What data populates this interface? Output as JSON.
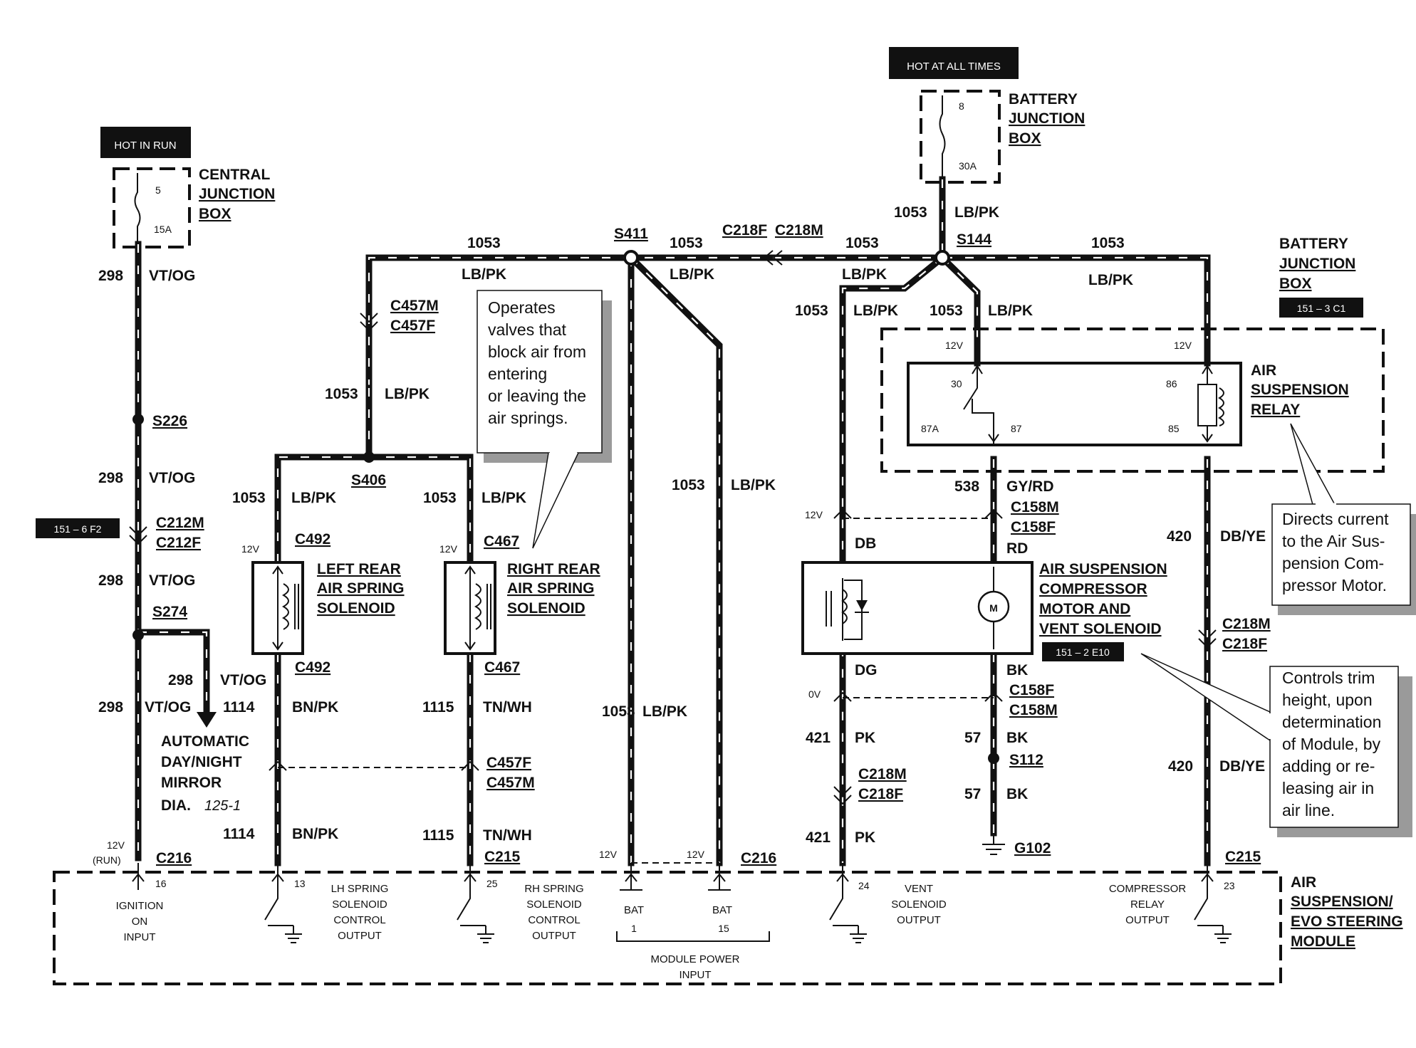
{
  "power": {
    "hot_in_run": "HOT IN RUN",
    "hot_at_all_times": "HOT AT ALL TIMES"
  },
  "central_junction_box": {
    "line1": "CENTRAL",
    "line2": "JUNCTION",
    "line3": "BOX",
    "fuse_number": "5",
    "fuse_rating": "15A"
  },
  "battery_junction_box_top": {
    "line1": "BATTERY",
    "line2": "JUNCTION",
    "line3": "BOX",
    "fuse_number": "8",
    "fuse_rating": "30A"
  },
  "battery_junction_box_ref": {
    "line1": "BATTERY",
    "line2": "JUNCTION",
    "line3": "BOX",
    "ref": "151 – 3 C1"
  },
  "circuits": {
    "c298": "298",
    "vtog": "VT/OG",
    "c1053": "1053",
    "lbpk": "LB/PK",
    "c1114": "1114",
    "bnpk": "BN/PK",
    "c1115": "1115",
    "tnwh": "TN/WH",
    "c538": "538",
    "gyrd": "GY/RD",
    "c420": "420",
    "dbye": "DB/YE",
    "c421": "421",
    "pk": "PK",
    "c57": "57",
    "bk": "BK",
    "db": "DB",
    "rd": "RD",
    "dg": "DG"
  },
  "splices": {
    "s226": "S226",
    "s274": "S274",
    "s406": "S406",
    "s411": "S411",
    "s144": "S144",
    "s112": "S112",
    "g102": "G102"
  },
  "connectors": {
    "c212m": "C212M",
    "c212f": "C212F",
    "c457m": "C457M",
    "c457f": "C457F",
    "c492": "C492",
    "c467": "C467",
    "c218f": "C218F",
    "c218m": "C218M",
    "c158m": "C158M",
    "c158f": "C158F",
    "c216": "C216",
    "c215": "C215"
  },
  "refs": {
    "ref_151_6_f2": "151 – 6 F2",
    "ref_151_2_e10": "151 – 2 E10",
    "dia_ref": "125-1",
    "dia": "DIA."
  },
  "voltages": {
    "v12": "12V",
    "v0": "0V",
    "v12run": "12V",
    "run": "(RUN)"
  },
  "mirror": {
    "line1": "AUTOMATIC",
    "line2": "DAY/NIGHT",
    "line3": "MIRROR"
  },
  "left_solenoid": {
    "line1": "LEFT REAR",
    "line2": "AIR SPRING",
    "line3": "SOLENOID"
  },
  "right_solenoid": {
    "line1": "RIGHT REAR",
    "line2": "AIR SPRING",
    "line3": "SOLENOID"
  },
  "relay": {
    "line1": "AIR",
    "line2": "SUSPENSION",
    "line3": "RELAY",
    "pin30": "30",
    "pin86": "86",
    "pin87a": "87A",
    "pin87": "87",
    "pin85": "85"
  },
  "compressor": {
    "line1": "AIR SUSPENSION",
    "line2": "COMPRESSOR",
    "line3": "MOTOR AND",
    "line4": "VENT SOLENOID",
    "motor": "M"
  },
  "notes": {
    "valves": [
      "Operates",
      "valves that",
      "block air from",
      "entering",
      "or leaving the",
      "air springs."
    ],
    "relay_note": [
      "Directs current",
      "to the Air Sus-",
      "pension Com-",
      "pressor Motor."
    ],
    "trim_note": [
      "Controls trim",
      "height, upon",
      "determination",
      "of Module, by",
      "adding or re-",
      "leasing air in",
      "air line."
    ]
  },
  "module": {
    "line1": "AIR",
    "line2": "SUSPENSION/",
    "line3": "EVO STEERING",
    "line4": "MODULE",
    "pin16": "16",
    "ign_l1": "IGNITION",
    "ign_l2": "ON",
    "ign_l3": "INPUT",
    "pin13": "13",
    "lh_l1": "LH SPRING",
    "lh_l2": "SOLENOID",
    "lh_l3": "CONTROL",
    "lh_l4": "OUTPUT",
    "pin25": "25",
    "rh_l1": "RH SPRING",
    "rh_l2": "SOLENOID",
    "rh_l3": "CONTROL",
    "rh_l4": "OUTPUT",
    "bat": "BAT",
    "pin1": "1",
    "pin15": "15",
    "mpi_l1": "MODULE POWER",
    "mpi_l2": "INPUT",
    "pin24": "24",
    "vent_l1": "VENT",
    "vent_l2": "SOLENOID",
    "vent_l3": "OUTPUT",
    "pin23": "23",
    "cr_l1": "COMPRESSOR",
    "cr_l2": "RELAY",
    "cr_l3": "OUTPUT"
  }
}
